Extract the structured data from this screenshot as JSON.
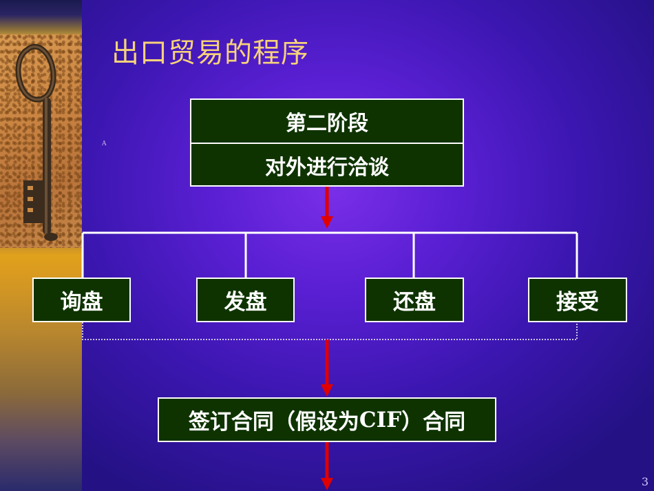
{
  "slide": {
    "title": "出口贸易的程序",
    "stray_label": "A",
    "page_number": "3"
  },
  "flow": {
    "stage": {
      "heading": "第二阶段",
      "subheading": "对外进行洽谈"
    },
    "steps": [
      {
        "label": "询盘"
      },
      {
        "label": "发盘"
      },
      {
        "label": "还盘"
      },
      {
        "label": "接受"
      }
    ],
    "result": {
      "prefix": "签订合同（假设为 ",
      "term": "CIF",
      "suffix": "）合同"
    }
  },
  "colors": {
    "background": "#5a1fd3",
    "title": "#f6d27a",
    "box_fill": "#0e3300",
    "box_border": "#ffffff",
    "arrow": "#e00000",
    "connector": "#ffffff"
  }
}
